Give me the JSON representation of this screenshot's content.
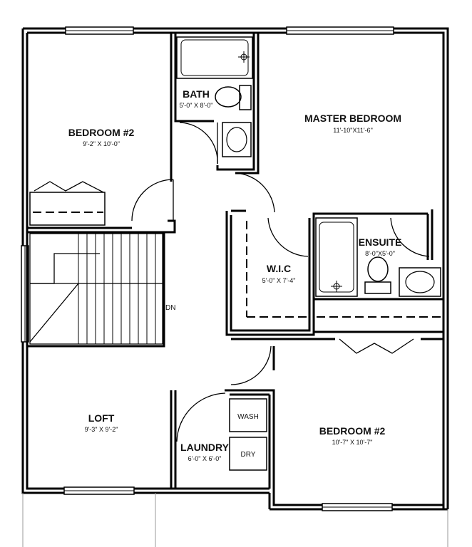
{
  "rooms": {
    "bedroom2_top": {
      "name": "BEDROOM #2",
      "dims": "9'-2\" X 10'-0\""
    },
    "bath": {
      "name": "BATH",
      "dims": "5'-0\" X 8'-0\""
    },
    "master": {
      "name": "MASTER BEDROOM",
      "dims": "11'-10\"X11'-6\""
    },
    "ensuite": {
      "name": "ENSUITE",
      "dims": "8'-0\"X5'-0\""
    },
    "wic": {
      "name": "W.I.C",
      "dims": "5'-0\" X 7'-4\""
    },
    "loft": {
      "name": "LOFT",
      "dims": "9'-3\" X 9'-2\""
    },
    "laundry": {
      "name": "LAUNDRY",
      "dims": "6'-0\" X 6'-0\""
    },
    "bedroom2_bottom": {
      "name": "BEDROOM #2",
      "dims": "10'-7\" X 10'-7\""
    }
  },
  "fixtures": {
    "wash": "WASH",
    "dry": "DRY"
  },
  "stairs": {
    "label": "DN"
  }
}
